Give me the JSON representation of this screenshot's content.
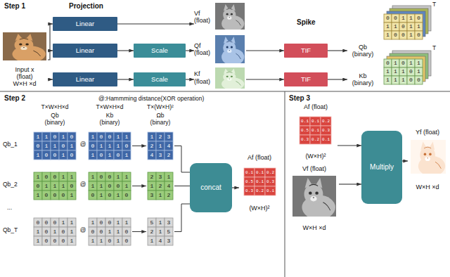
{
  "diagram": {
    "nodes": [
      {
        "text": [
          "Input x (float) W×H ×d"
        ]
      },
      {
        "text": [
          "Linear"
        ]
      },
      {
        "text": [
          "Vf (float)"
        ]
      },
      {
        "text": [
          "Linear"
        ]
      },
      {
        "text": [
          "Scale"
        ]
      },
      {
        "text": [
          "Qf (float)"
        ]
      },
      {
        "text": [
          "TIF"
        ]
      },
      {
        "text": [
          "Qb (binary)"
        ]
      },
      {
        "text": [
          "Linear"
        ]
      },
      {
        "text": [
          "Scale"
        ]
      },
      {
        "text": [
          "Kf (float)"
        ]
      },
      {
        "text": [
          "TIF"
        ]
      },
      {
        "text": [
          "Kb (binary)"
        ]
      },
      {
        "text": [
          "concat"
        ]
      },
      {
        "text": [
          "Af (float)",
          "(W×H)²"
        ]
      },
      {
        "text": [
          "Af (float)",
          "(W×H)²"
        ]
      },
      {
        "text": [
          "Vf (float)",
          "W×H ×d"
        ]
      },
      {
        "text": [
          "Multiply"
        ]
      },
      {
        "text": [
          "Yf (float)",
          "W×H ×d"
        ]
      }
    ],
    "edges": [
      {
        "from": 0,
        "to": 1,
        "arrow": "to"
      },
      {
        "from": 0,
        "to": 3,
        "arrow": "to"
      },
      {
        "from": 0,
        "to": 8,
        "arrow": "to"
      },
      {
        "from": 1,
        "to": 2,
        "arrow": "to"
      },
      {
        "from": 3,
        "to": 4,
        "arrow": "to"
      },
      {
        "from": 4,
        "to": 5,
        "arrow": "to"
      },
      {
        "from": 5,
        "to": 6,
        "arrow": "to"
      },
      {
        "from": 6,
        "to": 7,
        "arrow": "to"
      },
      {
        "from": 8,
        "to": 9,
        "arrow": "to"
      },
      {
        "from": 9,
        "to": 10,
        "arrow": "to"
      },
      {
        "from": 10,
        "to": 11,
        "arrow": "to"
      },
      {
        "from": 11,
        "to": 12,
        "arrow": "to"
      },
      {
        "from": 13,
        "to": 14,
        "arrow": "to"
      },
      {
        "from": 15,
        "to": 17,
        "arrow": "to"
      },
      {
        "from": 16,
        "to": 17,
        "arrow": "to"
      },
      {
        "from": 17,
        "to": 18,
        "arrow": "to"
      }
    ],
    "labels": [
      "Step 1",
      "Projection",
      "Spike",
      "0 0 1 1 0",
      "1 1 0 1 1",
      "1 0 0 1 0",
      "0 1 0 1 1",
      "1 1 1 0 1",
      "1 1 1 0 0",
      "T",
      "T",
      "Step 2",
      "@:Hammming distance(XOR operation)",
      "T×W×H×d",
      "Qb (binary)",
      "T×W×H×d",
      "Kb (binary)",
      "T×(W×H)²",
      "Ωb (binary)",
      "Qb_1",
      "1 1 0 1 0",
      "0 1 1 0 1",
      "1 0 0 1 0",
      "@",
      "1 0 0 1 1",
      "0 1 1 1 0",
      "1 0 1 0 1",
      "1 2 3",
      "2 1 4",
      "4 3 2",
      "Qb_2",
      "1 0 0 1 1",
      "0 1 1 1 0",
      "1 0 0 0 1",
      "@",
      "1 0 0 1 1",
      "1 1 0 0 1",
      "0 1 0 1 0",
      "2 3 1",
      "1 2 4",
      "3 1 2",
      "...",
      "Qb_T",
      "0 0 0 1 1",
      "1 0 1 0 1",
      "1 0 0 0 1",
      "@",
      "1 0 0 1 1",
      "0 0 1 1 0",
      "1 1 0 1 0",
      "5 1 3",
      "2 1 5",
      "1 4 3",
      "0.1 0.1 0.2",
      "0.5 0.1 0.3",
      "0.3 0.2 0.1",
      "Step 3",
      "0.1 0.1 0.2",
      "0.5 0.1 0.3",
      "0.3 0.2 0.1"
    ]
  }
}
